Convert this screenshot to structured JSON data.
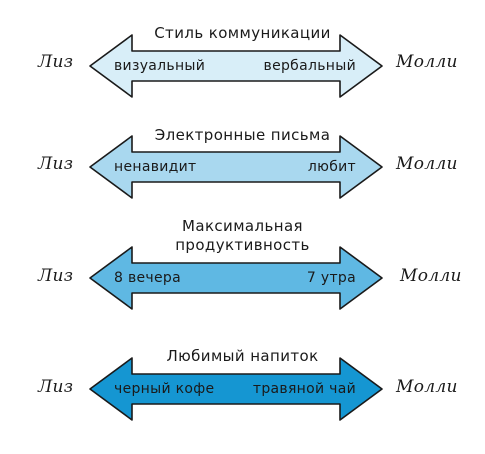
{
  "rows": [
    {
      "title": "Стиль коммуникации",
      "left_name": "Лиз",
      "right_name": "Молли",
      "left_label": "визуальный",
      "right_label": "вербальный",
      "color": "#d8eef8"
    },
    {
      "title": "Электронные письма",
      "left_name": "Лиз",
      "right_name": "Молли",
      "left_label": "ненавидит",
      "right_label": "любит",
      "color": "#a9d8ef"
    },
    {
      "title": "Максимальная продуктивность",
      "left_name": "Лиз",
      "right_name": "Молли",
      "left_label": "8 вечера",
      "right_label": "7 утра",
      "color": "#5fb8e3"
    },
    {
      "title": "Любимый напиток",
      "left_name": "Лиз",
      "right_name": "Молли",
      "left_label": "черный кофе",
      "right_label": "травяной чай",
      "color": "#1596d2"
    }
  ],
  "stroke_color": "#1a1a1a"
}
